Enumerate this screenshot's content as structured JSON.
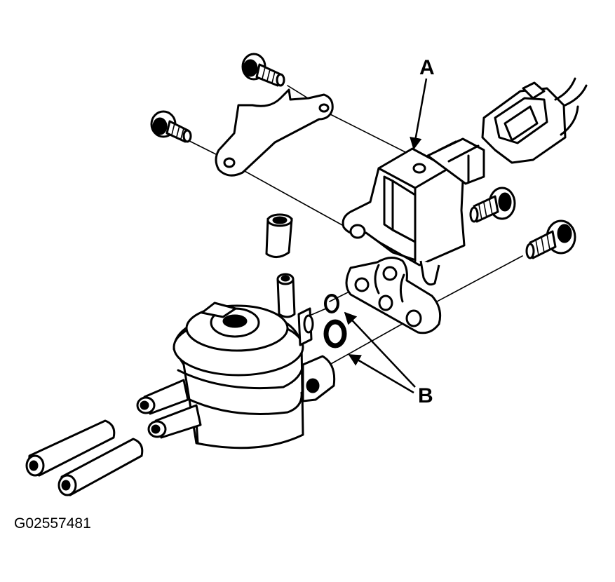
{
  "labels": {
    "a": "A",
    "b": "B"
  },
  "figure_id": "G02557481"
}
